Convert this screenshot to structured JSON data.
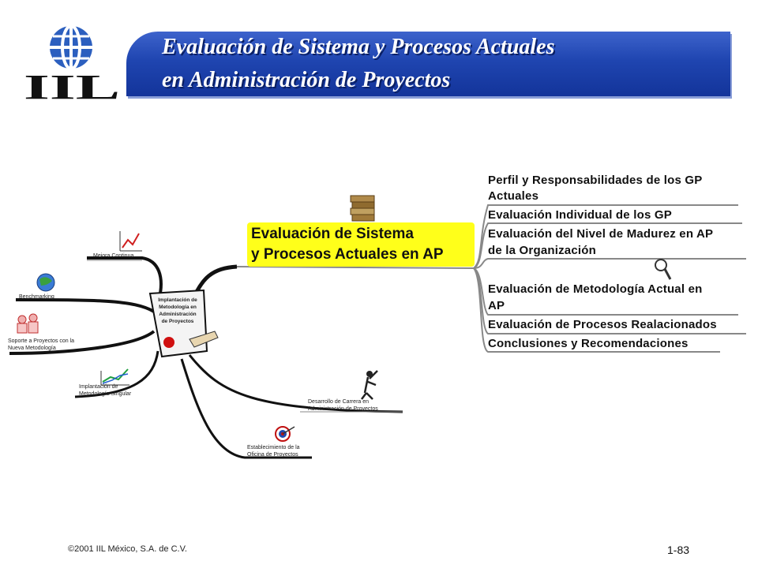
{
  "header": {
    "logo_text": "IIL",
    "title_line_1": "Evaluación de Sistema y Procesos Actuales",
    "title_line_2": "en Administración de Proyectos"
  },
  "mindmap": {
    "center_node": [
      "Implantación de",
      "Metodología en",
      "Administración",
      "de Proyectos"
    ],
    "central_topic": [
      "Evaluación de Sistema",
      "y Procesos Actuales en AP"
    ],
    "right_branches": [
      "Perfil y Responsabilidades de los GP",
      "Actuales",
      "Evaluación Individual de los GP",
      "Evaluación del Nivel de Madurez en AP",
      "de la Organización",
      "Evaluación de Metodología Actual en",
      "AP",
      "Evaluación de Procesos Realacionados",
      "Conclusiones y Recomendaciones"
    ],
    "left_branches": {
      "mejora": "Mejora Continua",
      "benchmarking": "Benchmarking",
      "soporte": [
        "Soporte a Proyectos con la",
        "Nueva Metodología"
      ],
      "implantacion": [
        "Implantación de",
        "Metodología Singular"
      ],
      "desarrollo": [
        "Desarrollo de Carrera en",
        "Administración de Proyectos"
      ],
      "establecimiento": [
        "Establecimiento de la",
        "Oficina de Proyectos"
      ]
    },
    "colors": {
      "central_fill": "#ffff1a",
      "banner": "#1f45b0",
      "branch_line": "#888888"
    }
  },
  "footer": {
    "copyright": "©2001 IIL México, S.A. de C.V.",
    "page_number": "1-83"
  }
}
